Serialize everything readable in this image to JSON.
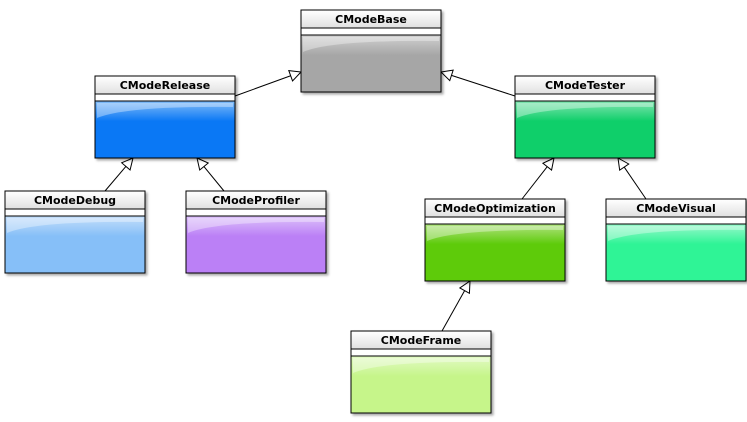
{
  "diagram": {
    "classes": [
      {
        "id": "base",
        "name": "CModeBase",
        "color": "#a6a6a6",
        "gloss": "#d0d0d0"
      },
      {
        "id": "release",
        "name": "CModeRelease",
        "color": "#0a78f5",
        "gloss": "#7fbaf7"
      },
      {
        "id": "tester",
        "name": "CModeTester",
        "color": "#0fcf6a",
        "gloss": "#7fe3ae"
      },
      {
        "id": "debug",
        "name": "CModeDebug",
        "color": "#86bff8",
        "gloss": "#c3defa"
      },
      {
        "id": "profiler",
        "name": "CModeProfiler",
        "color": "#bb80f6",
        "gloss": "#dcc0fa"
      },
      {
        "id": "optimization",
        "name": "CModeOptimization",
        "color": "#5ecb0a",
        "gloss": "#afe27f"
      },
      {
        "id": "visual",
        "name": "CModeVisual",
        "color": "#2ff496",
        "gloss": "#97f8ca"
      },
      {
        "id": "frame",
        "name": "CModeFrame",
        "color": "#c6f58a",
        "gloss": "#e2fac4"
      }
    ],
    "inheritance": [
      {
        "child": "release",
        "parent": "base"
      },
      {
        "child": "tester",
        "parent": "base"
      },
      {
        "child": "debug",
        "parent": "release"
      },
      {
        "child": "profiler",
        "parent": "release"
      },
      {
        "child": "optimization",
        "parent": "tester"
      },
      {
        "child": "visual",
        "parent": "tester"
      },
      {
        "child": "frame",
        "parent": "optimization"
      }
    ]
  }
}
